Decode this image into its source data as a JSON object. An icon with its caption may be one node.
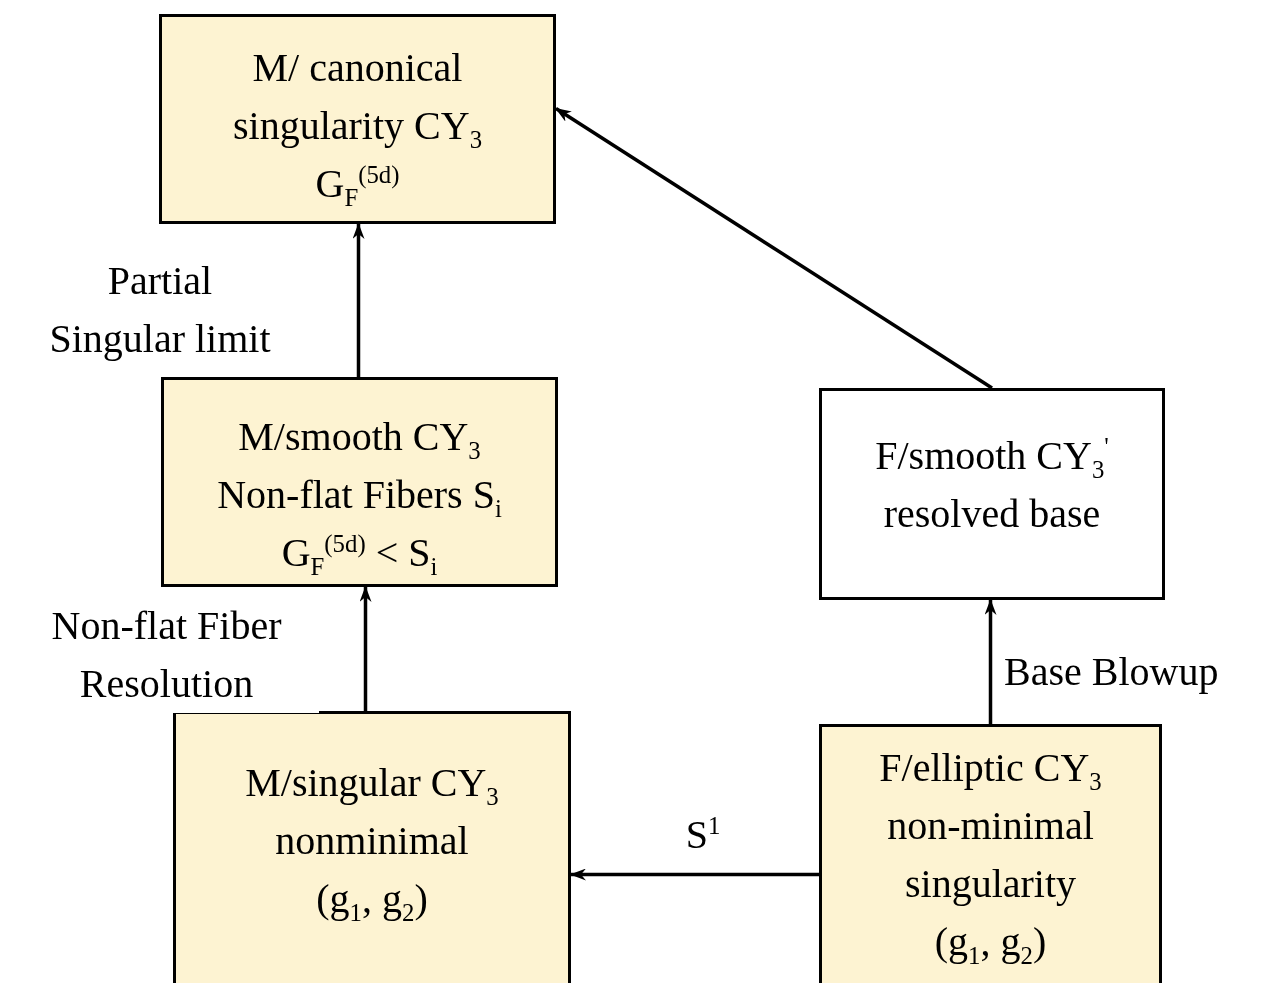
{
  "diagram": {
    "nodes": [
      {
        "text": [
          "M/ canonical",
          "singularity CY$_{3}$",
          "G$_{F}$$^{(5d)}$"
        ]
      },
      {
        "text": [
          "M/smooth CY$_{3}$",
          "Non-flat Fibers S$_{i}$",
          "G$_{F}$$^{(5d)}$ < S$_{i}$"
        ]
      },
      {
        "text": [
          "F/smooth CY$_{3}$$^{'}$",
          "resolved base"
        ]
      },
      {
        "text": [
          "M/singular CY$_{3}$",
          "nonminimal",
          "(g$_{1}$, g$_{2}$)"
        ]
      },
      {
        "text": [
          "F/elliptic CY$_{3}$",
          "non-minimal",
          "singularity",
          "(g$_{1}$, g$_{2}$)"
        ]
      }
    ],
    "edges": [
      {
        "from": 1,
        "to": 0,
        "arrow": "to",
        "label": "Partial Singular limit"
      },
      {
        "from": 3,
        "to": 1,
        "arrow": "to",
        "label": "Non-flat Fiber Resolution"
      },
      {
        "from": 2,
        "to": 0,
        "arrow": "to"
      },
      {
        "from": 4,
        "to": 2,
        "arrow": "to",
        "label": "Base Blowup"
      },
      {
        "from": 4,
        "to": 3,
        "arrow": "to",
        "label": "S$^{1}$"
      }
    ]
  }
}
